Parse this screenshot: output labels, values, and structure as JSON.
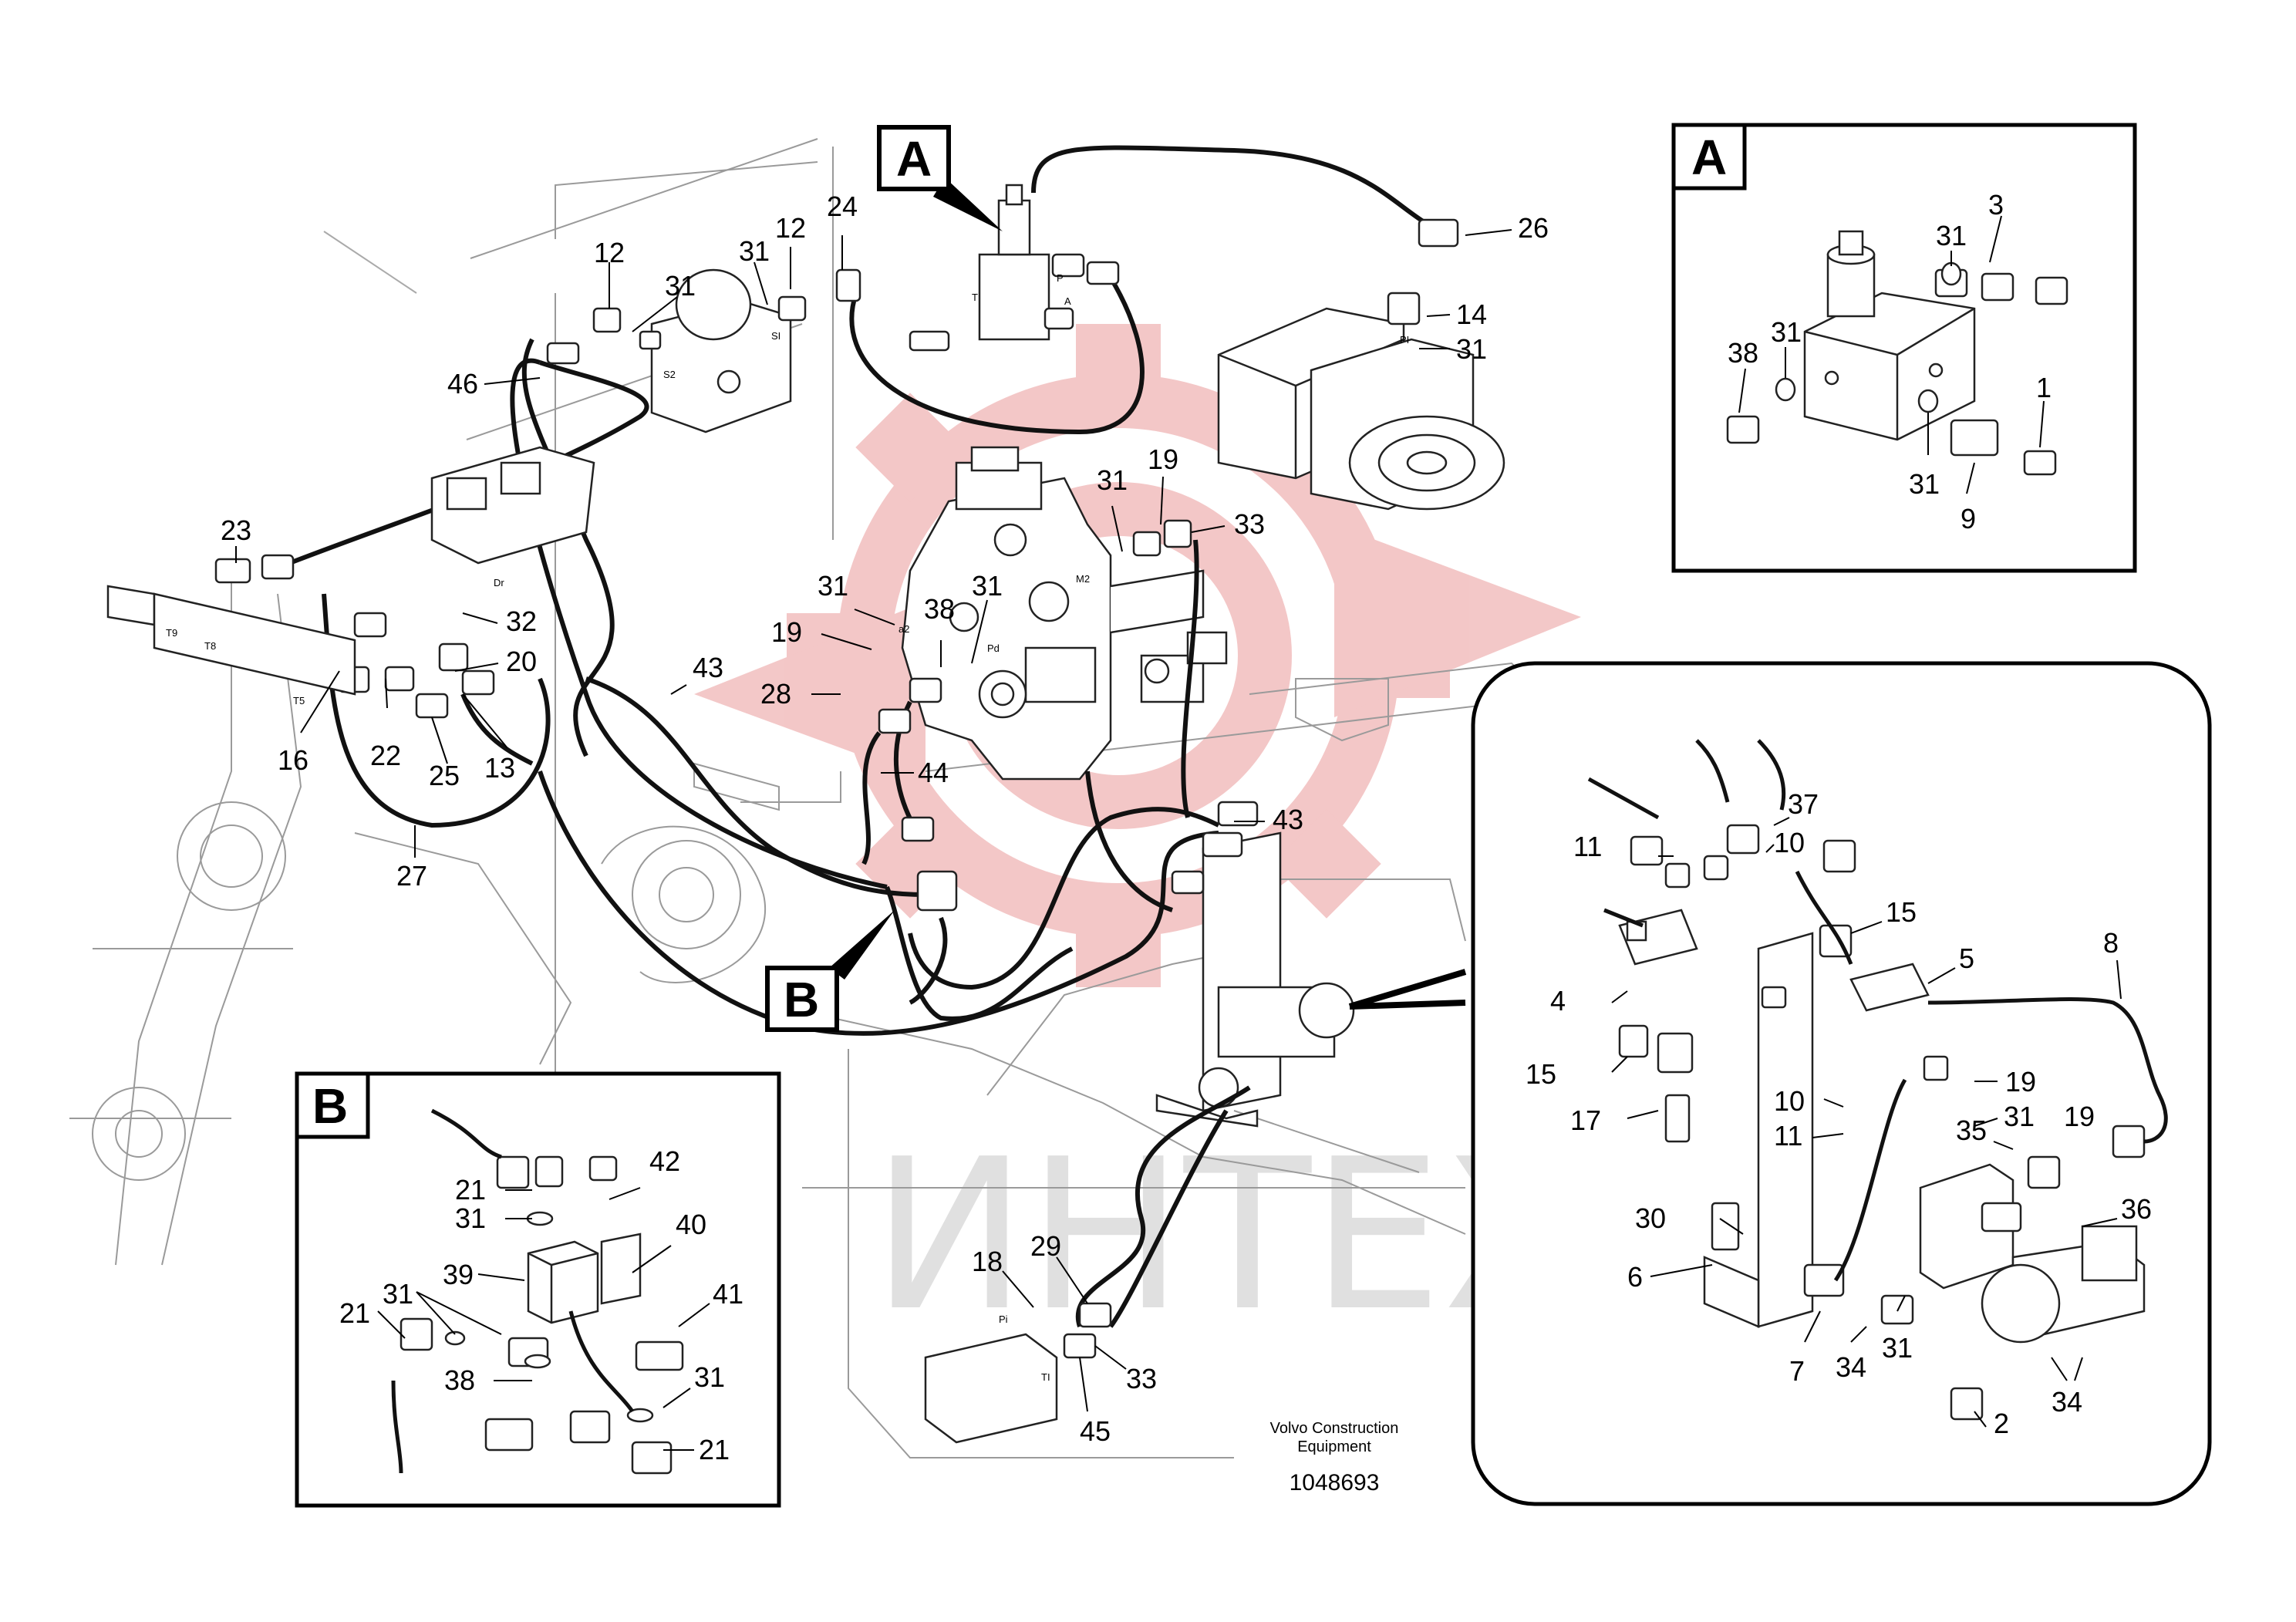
{
  "watermark": {
    "text": "ИНТЕХ",
    "color": "#e8a3a3",
    "gray": "#cfcfcf"
  },
  "footer": {
    "company_line1": "Volvo Construction",
    "company_line2": "Equipment",
    "drawing_number": "1048693"
  },
  "detail_boxes": {
    "a_inset": "A",
    "b_inset": "B",
    "a_flag": "A",
    "b_flag": "B"
  },
  "ports": {
    "t": "T",
    "p": "P",
    "a": "A",
    "si": "SI",
    "s2": "S2",
    "pi": "PI",
    "m2": "M2",
    "pd": "Pd",
    "a2": "a2",
    "t9": "T9",
    "t8": "T8",
    "t5": "T5",
    "dr": "Dr",
    "pi_box": "Pi",
    "ti": "TI"
  },
  "main_callouts": [
    {
      "id": "m12a",
      "text": "12"
    },
    {
      "id": "m31a",
      "text": "31"
    },
    {
      "id": "m31b",
      "text": "31"
    },
    {
      "id": "m12b",
      "text": "12"
    },
    {
      "id": "m24",
      "text": "24"
    },
    {
      "id": "m46",
      "text": "46"
    },
    {
      "id": "m26",
      "text": "26"
    },
    {
      "id": "m14",
      "text": "14"
    },
    {
      "id": "m31c",
      "text": "31"
    },
    {
      "id": "m23",
      "text": "23"
    },
    {
      "id": "m31d",
      "text": "31"
    },
    {
      "id": "m19a",
      "text": "19"
    },
    {
      "id": "m33a",
      "text": "33"
    },
    {
      "id": "m32",
      "text": "32"
    },
    {
      "id": "m31e",
      "text": "31"
    },
    {
      "id": "m31f",
      "text": "31"
    },
    {
      "id": "m38a",
      "text": "38"
    },
    {
      "id": "m20",
      "text": "20"
    },
    {
      "id": "m19b",
      "text": "19"
    },
    {
      "id": "m43a",
      "text": "43"
    },
    {
      "id": "m28",
      "text": "28"
    },
    {
      "id": "m16",
      "text": "16"
    },
    {
      "id": "m22",
      "text": "22"
    },
    {
      "id": "m25",
      "text": "25"
    },
    {
      "id": "m13",
      "text": "13"
    },
    {
      "id": "m44",
      "text": "44"
    },
    {
      "id": "m43b",
      "text": "43"
    },
    {
      "id": "m27",
      "text": "27"
    },
    {
      "id": "m18",
      "text": "18"
    },
    {
      "id": "m29",
      "text": "29"
    },
    {
      "id": "m33b",
      "text": "33"
    },
    {
      "id": "m45",
      "text": "45"
    }
  ],
  "a_callouts": [
    {
      "id": "a3",
      "text": "3"
    },
    {
      "id": "a31a",
      "text": "31"
    },
    {
      "id": "a38",
      "text": "38"
    },
    {
      "id": "a31b",
      "text": "31"
    },
    {
      "id": "a1",
      "text": "1"
    },
    {
      "id": "a31c",
      "text": "31"
    },
    {
      "id": "a9",
      "text": "9"
    }
  ],
  "b_callouts": [
    {
      "id": "b42",
      "text": "42"
    },
    {
      "id": "b21a",
      "text": "21"
    },
    {
      "id": "b31a",
      "text": "31"
    },
    {
      "id": "b40",
      "text": "40"
    },
    {
      "id": "b39",
      "text": "39"
    },
    {
      "id": "b31b",
      "text": "31"
    },
    {
      "id": "b21b",
      "text": "21"
    },
    {
      "id": "b41",
      "text": "41"
    },
    {
      "id": "b38",
      "text": "38"
    },
    {
      "id": "b31c",
      "text": "31"
    },
    {
      "id": "b21c",
      "text": "21"
    }
  ],
  "c_callouts": [
    {
      "id": "c37",
      "text": "37"
    },
    {
      "id": "c11a",
      "text": "11"
    },
    {
      "id": "c10a",
      "text": "10"
    },
    {
      "id": "c15a",
      "text": "15"
    },
    {
      "id": "c5",
      "text": "5"
    },
    {
      "id": "c8",
      "text": "8"
    },
    {
      "id": "c4",
      "text": "4"
    },
    {
      "id": "c15b",
      "text": "15"
    },
    {
      "id": "c19a",
      "text": "19"
    },
    {
      "id": "c17",
      "text": "17"
    },
    {
      "id": "c10b",
      "text": "10"
    },
    {
      "id": "c31a",
      "text": "31"
    },
    {
      "id": "c19b",
      "text": "19"
    },
    {
      "id": "c11b",
      "text": "11"
    },
    {
      "id": "c35",
      "text": "35"
    },
    {
      "id": "c30",
      "text": "30"
    },
    {
      "id": "c36",
      "text": "36"
    },
    {
      "id": "c6",
      "text": "6"
    },
    {
      "id": "c7",
      "text": "7"
    },
    {
      "id": "c34a",
      "text": "34"
    },
    {
      "id": "c31b",
      "text": "31"
    },
    {
      "id": "c2",
      "text": "2"
    },
    {
      "id": "c34b",
      "text": "34"
    }
  ]
}
